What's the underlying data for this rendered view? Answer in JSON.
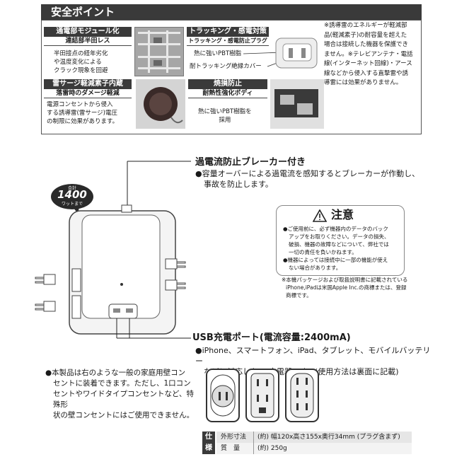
{
  "section_title": "安全ポイント",
  "features": [
    {
      "header": "通電部モジュール化",
      "sub": "連結部半田レス",
      "desc": [
        "半田接点の経年劣化",
        "や温度変化による",
        "クラック現象を回避"
      ]
    },
    {
      "header": "トラッキング・感電対策",
      "sub": "トラッキング・感電防止プラグ",
      "callouts": [
        "熱に強いPBT樹脂",
        "耐トラッキング絶縁カバー"
      ]
    },
    {
      "header": "雷サージ軽減素子内蔵",
      "sub": "落雷時のダメージ軽減",
      "desc": [
        "電源コンセントから侵入",
        "する誘導雷(雷サージ)電圧",
        "の制限に効果があります。"
      ]
    },
    {
      "header": "焼損防止",
      "sub": "耐熱性強化ボディ",
      "desc": [
        "熱に強いPBT樹脂を",
        "採用"
      ]
    }
  ],
  "side_note": [
    "※誘導雷のエネルギーが軽減部",
    "品(軽減素子)の耐容量を超えた",
    "場合は接続した機器を保護でき",
    "ません。※テレビアンテナ・電話",
    "線(インターネット回線)・アース",
    "線などから侵入する直撃雷や誘",
    "導雷には効果がありません。"
  ],
  "badge": {
    "top": "合計",
    "number": "1400",
    "bottom": "ワットまで"
  },
  "breaker": {
    "title": "過電流防止ブレーカー付き",
    "lines": [
      "●容量オーバーによる過電流を感知するとブレーカーが作動し、",
      "事故を防止します。"
    ]
  },
  "usb": {
    "title": "USB充電ポート(電流容量:2400mA)",
    "lines": [
      "●iPhone、スマートフォン、iPad、タブレット、モバイルバッテリー",
      "などに対応したAC充電器です。(使用方法は裏面に記載)"
    ]
  },
  "caution": {
    "title": "注意",
    "lines": [
      "●ご使用前に、必ず機器内のデータのバック",
      "アップをお取りください。データの損失、",
      "破損、機器の故障などについて、弊社では",
      "一切の責任を負いかねます。",
      "●機器によっては接続中に一部の機能が使え",
      "ない場合があります。"
    ]
  },
  "trademark": [
    "※本機パッケージおよび取扱説明書に記載されている",
    "iPhone,iPadは米国Apple Inc.の商標または、登録",
    "商標です。"
  ],
  "outlet_note": [
    "●本製品は右のような一般の家庭用壁コン",
    "セントに装着できます。ただし、1口コン",
    "セントやワイドタイプコンセントなど、特殊形",
    "状の壁コンセントにはご使用できません。"
  ],
  "spec": {
    "tag": [
      "仕",
      "様"
    ],
    "rows": [
      {
        "label": "外形寸法",
        "value": "(約) 幅120x高さ155x奥行34mm (プラグ含まず)"
      },
      {
        "label": "質　量",
        "value": "(約) 250g"
      }
    ]
  }
}
